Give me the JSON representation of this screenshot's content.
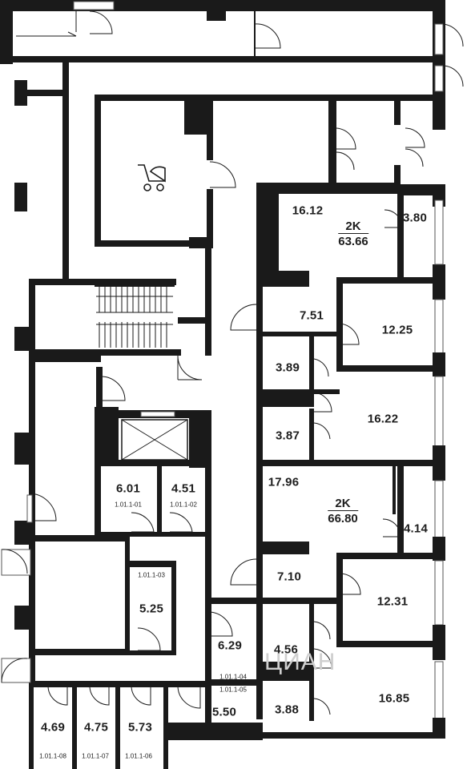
{
  "rooms": [
    {
      "id": "r1612",
      "area": "16.12"
    },
    {
      "id": "r380",
      "area": "3.80"
    },
    {
      "id": "r751",
      "area": "7.51"
    },
    {
      "id": "r1225",
      "area": "12.25"
    },
    {
      "id": "r389",
      "area": "3.89"
    },
    {
      "id": "r387",
      "area": "3.87"
    },
    {
      "id": "r1622",
      "area": "16.22"
    },
    {
      "id": "r1796",
      "area": "17.96"
    },
    {
      "id": "r414",
      "area": "4.14"
    },
    {
      "id": "r710",
      "area": "7.10"
    },
    {
      "id": "r1231",
      "area": "12.31"
    },
    {
      "id": "r456",
      "area": "4.56"
    },
    {
      "id": "r388",
      "area": "3.88"
    },
    {
      "id": "r1685",
      "area": "16.85"
    }
  ],
  "apartments": [
    {
      "type": "2K",
      "area": "63.66"
    },
    {
      "type": "2K",
      "area": "66.80"
    }
  ],
  "storerooms": [
    {
      "area": "6.01",
      "code": "1.01.1-01"
    },
    {
      "area": "4.51",
      "code": "1.01.1-02"
    },
    {
      "area": "5.25",
      "code": "1.01.1-03"
    },
    {
      "area": "6.29",
      "code": "1.01.1-04"
    },
    {
      "area": "5.50",
      "code": "1.01.1-05"
    },
    {
      "area": "5.73",
      "code": "1.01.1-06"
    },
    {
      "area": "4.75",
      "code": "1.01.1-07"
    },
    {
      "area": "4.69",
      "code": "1.01.1-08"
    }
  ],
  "icons": {
    "stroller": "stroller-icon",
    "elevator": "elevator-icon"
  },
  "watermark": "ЦИАН",
  "colors": {
    "wall": "#1a1a1a",
    "background": "#ffffff",
    "text": "#1e1e1e"
  }
}
